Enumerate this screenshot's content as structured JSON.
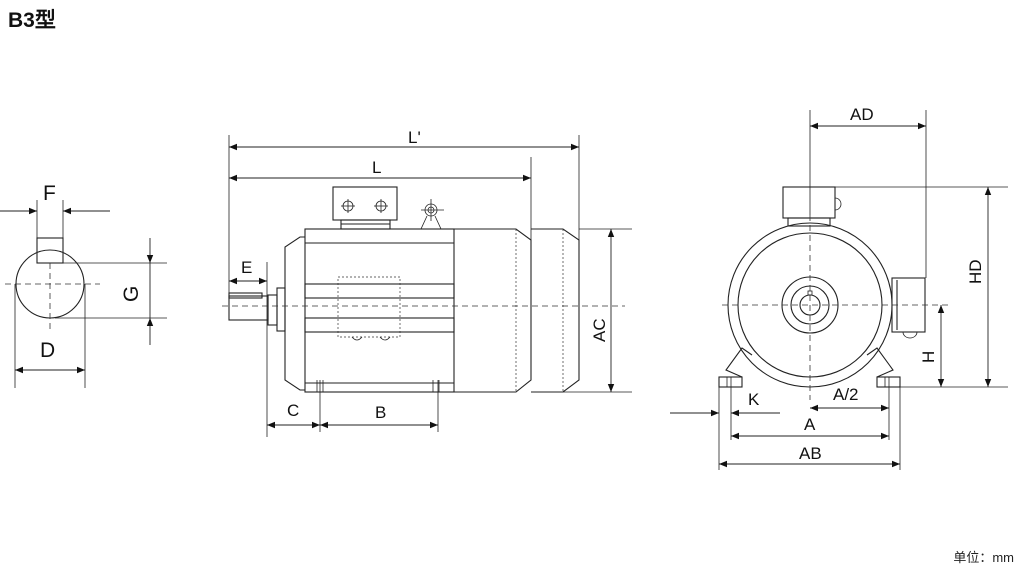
{
  "title": "B3型",
  "unit": "单位：mm",
  "labels": {
    "F": "F",
    "G": "G",
    "D": "D",
    "L_prime": "L'",
    "L": "L",
    "E": "E",
    "C": "C",
    "B": "B",
    "AC": "AC",
    "AD": "AD",
    "HD": "HD",
    "H": "H",
    "K": "K",
    "A_half": "A/2",
    "A": "A",
    "AB": "AB"
  }
}
